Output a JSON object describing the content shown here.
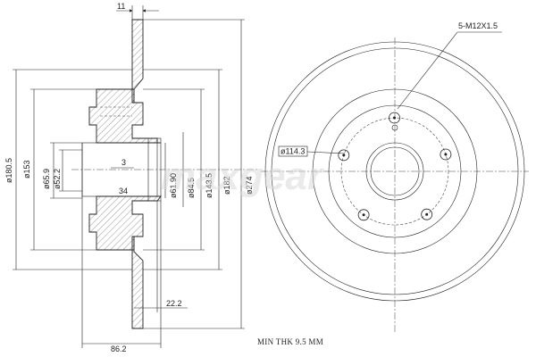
{
  "dimensions": {
    "width_11": "11",
    "d180_5": "ø180.5",
    "d153": "ø153",
    "d65_9": "ø65.9",
    "d52_2": "ø52.2",
    "dim_3": "3",
    "dim_34": "34",
    "d61_90": "ø61.90",
    "d84_5": "ø84.5",
    "d143_5": "ø143.5",
    "d182": "ø182",
    "d274": "ø274",
    "dim_22_2": "22.2",
    "dim_86_2": "86.2"
  },
  "front_view": {
    "bolt_label": "5-M12X1.5",
    "pcd_label": "ø114.3"
  },
  "note": "MIN THK 9.5 MM",
  "watermark": "maxgear",
  "colors": {
    "line": "#222222",
    "watermark": "#d9d9d9"
  }
}
